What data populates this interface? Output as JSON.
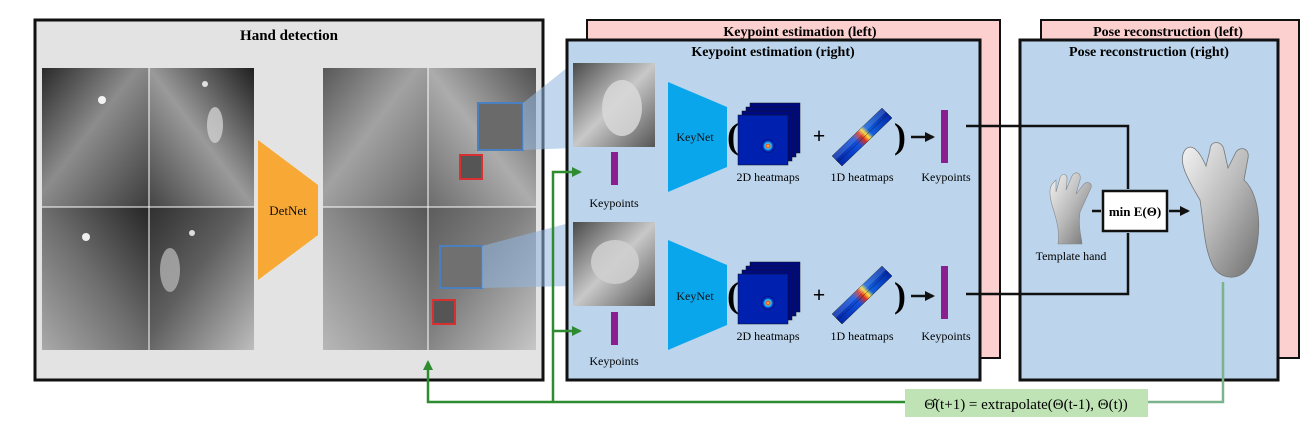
{
  "hand_detection": {
    "title": "Hand detection",
    "net_label": "DetNet"
  },
  "keypoint_estimation": {
    "title_left": "Keypoint estimation (left)",
    "title_right": "Keypoint estimation (right)",
    "net_label": "KeyNet",
    "heatmaps_2d_label": "2D heatmaps",
    "heatmaps_1d_label": "1D heatmaps",
    "keypoints_label": "Keypoints",
    "plus": "+",
    "paren_open": "(",
    "paren_close": ")"
  },
  "pose_reconstruction": {
    "title_left": "Pose reconstruction (left)",
    "title_right": "Pose reconstruction (right)",
    "template_label": "Template hand",
    "optimizer_label": "min E(Θ)"
  },
  "feedback": {
    "formula": "Θ̂(t+1) = extrapolate(Θ(t-1), Θ(t))"
  },
  "colors": {
    "panel_gray": "#e3e3e3",
    "panel_blue": "#bcd5ec",
    "panel_pink": "#fbd0cf",
    "detnet": "#f7a835",
    "keynet": "#0aa6ec",
    "keypoint_bar": "#8b1f8f",
    "feedback_green": "#2f8b2f",
    "formula_bg": "#bfe3b5",
    "detect_box_blue": "#4a7fc0",
    "detect_box_red": "#d83030"
  }
}
